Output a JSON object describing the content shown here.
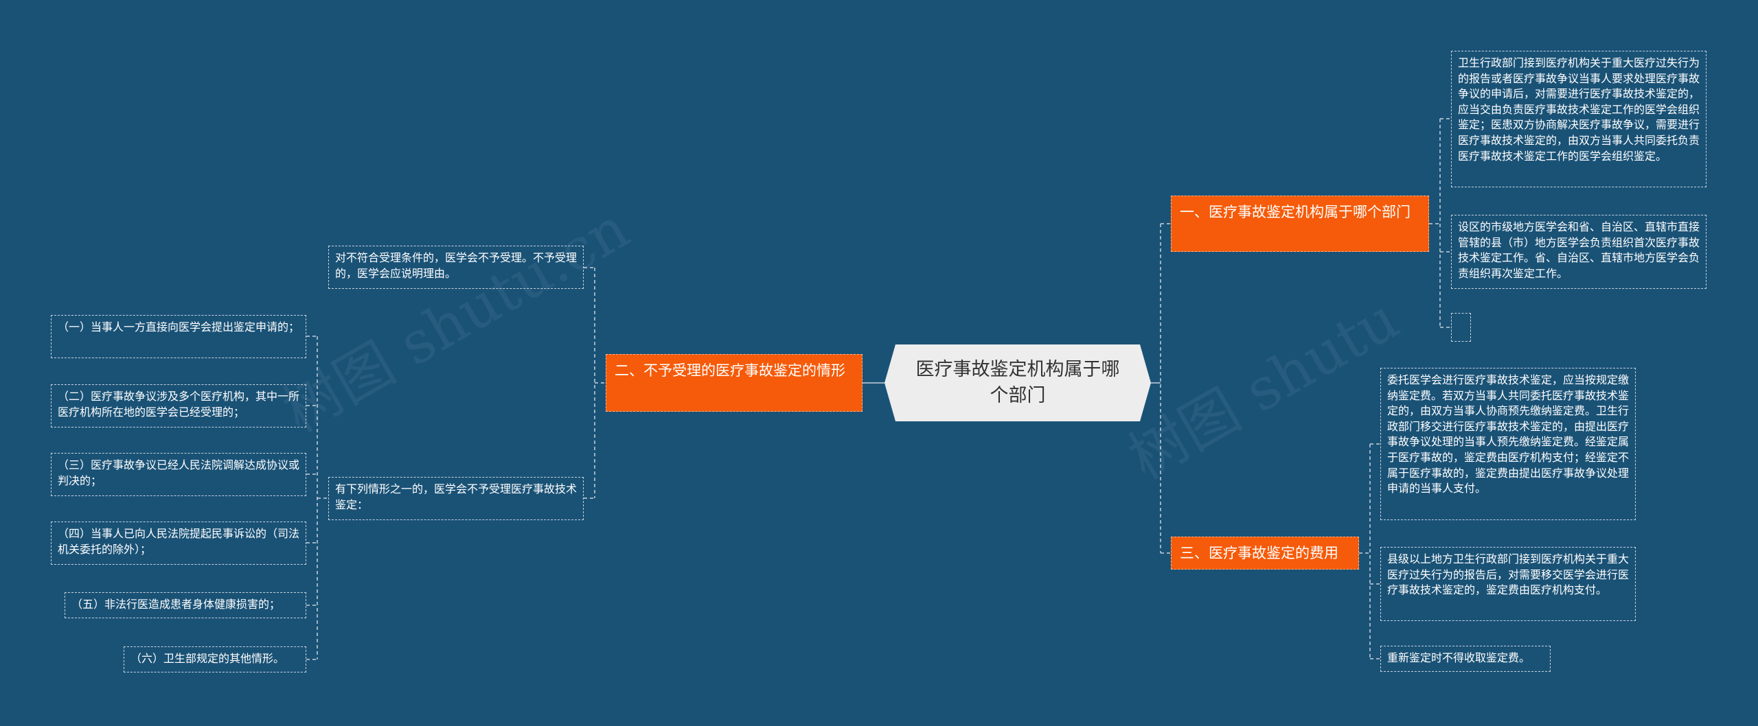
{
  "root": {
    "title": "医疗事故鉴定机构属于哪个部门"
  },
  "branches": {
    "b1": {
      "label": "一、医疗事故鉴定机构属于哪个部门"
    },
    "b2": {
      "label": "二、不予受理的医疗事故鉴定的情形"
    },
    "b3": {
      "label": "三、医疗事故鉴定的费用"
    }
  },
  "leaves": {
    "b1_1": "卫生行政部门接到医疗机构关于重大医疗过失行为的报告或者医疗事故争议当事人要求处理医疗事故争议的申请后，对需要进行医疗事故技术鉴定的，应当交由负责医疗事故技术鉴定工作的医学会组织鉴定；医患双方协商解决医疗事故争议，需要进行医疗事故技术鉴定的，由双方当事人共同委托负责医疗事故技术鉴定工作的医学会组织鉴定。",
    "b1_2": "设区的市级地方医学会和省、自治区、直辖市直接管辖的县（市）地方医学会负责组织首次医疗事故技术鉴定工作。省、自治区、直辖市地方医学会负责组织再次鉴定工作。",
    "b1_3": "",
    "b2_1": "对不符合受理条件的，医学会不予受理。不予受理的，医学会应说明理由。",
    "b2_2": "有下列情形之一的，医学会不予受理医疗事故技术鉴定：",
    "b2_2_1": "（一）当事人一方直接向医学会提出鉴定申请的；",
    "b2_2_2": "（二）医疗事故争议涉及多个医疗机构，其中一所医疗机构所在地的医学会已经受理的；",
    "b2_2_3": "（三）医疗事故争议已经人民法院调解达成协议或判决的；",
    "b2_2_4": "（四）当事人已向人民法院提起民事诉讼的（司法机关委托的除外）；",
    "b2_2_5": "（五）非法行医造成患者身体健康损害的；",
    "b2_2_6": "（六）卫生部规定的其他情形。",
    "b3_1": "委托医学会进行医疗事故技术鉴定，应当按规定缴纳鉴定费。若双方当事人共同委托医疗事故技术鉴定的，由双方当事人协商预先缴纳鉴定费。卫生行政部门移交进行医疗事故技术鉴定的，由提出医疗事故争议处理的当事人预先缴纳鉴定费。经鉴定属于医疗事故的，鉴定费由医疗机构支付；经鉴定不属于医疗事故的，鉴定费由提出医疗事故争议处理申请的当事人支付。",
    "b3_2": "县级以上地方卫生行政部门接到医疗机构关于重大医疗过失行为的报告后，对需要移交医学会进行医疗事故技术鉴定的，鉴定费由医疗机构支付。",
    "b3_3": "重新鉴定时不得收取鉴定费。"
  },
  "watermark": [
    "树图 shutu.cn",
    "树图 shutu"
  ],
  "colors": {
    "background": "#1a5276",
    "branch": "#f55b0a",
    "root": "#ededed",
    "line": "#c8d2dc"
  }
}
